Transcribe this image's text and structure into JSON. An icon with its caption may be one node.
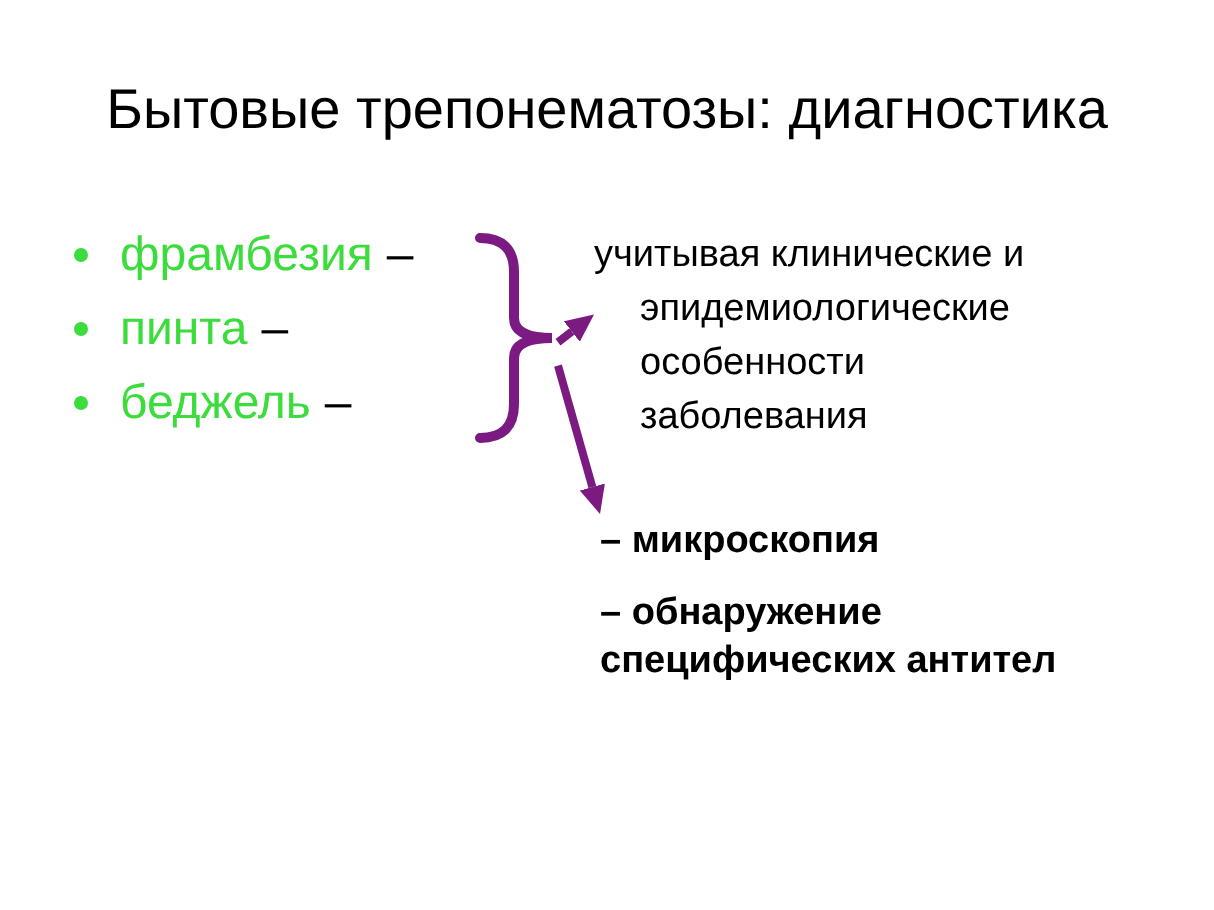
{
  "diagram": {
    "title": "Бытовые трепонематозы: диагностика",
    "nodes": [
      {
        "text": [],
        "shape": "brace"
      },
      {
        "text": [
          "учитывая клинические и эпидемиологические особенности заболевания"
        ]
      },
      {
        "text": [
          "– микроскопия",
          "– обнаружение специфических антител"
        ]
      }
    ],
    "edges": [
      {
        "from": 0,
        "to": 1,
        "arrow": "to"
      },
      {
        "from": 0,
        "to": 2,
        "arrow": "to"
      }
    ],
    "labels": [
      "фрамбезия",
      "–",
      "пинта",
      "–",
      "беджель",
      "–"
    ]
  }
}
